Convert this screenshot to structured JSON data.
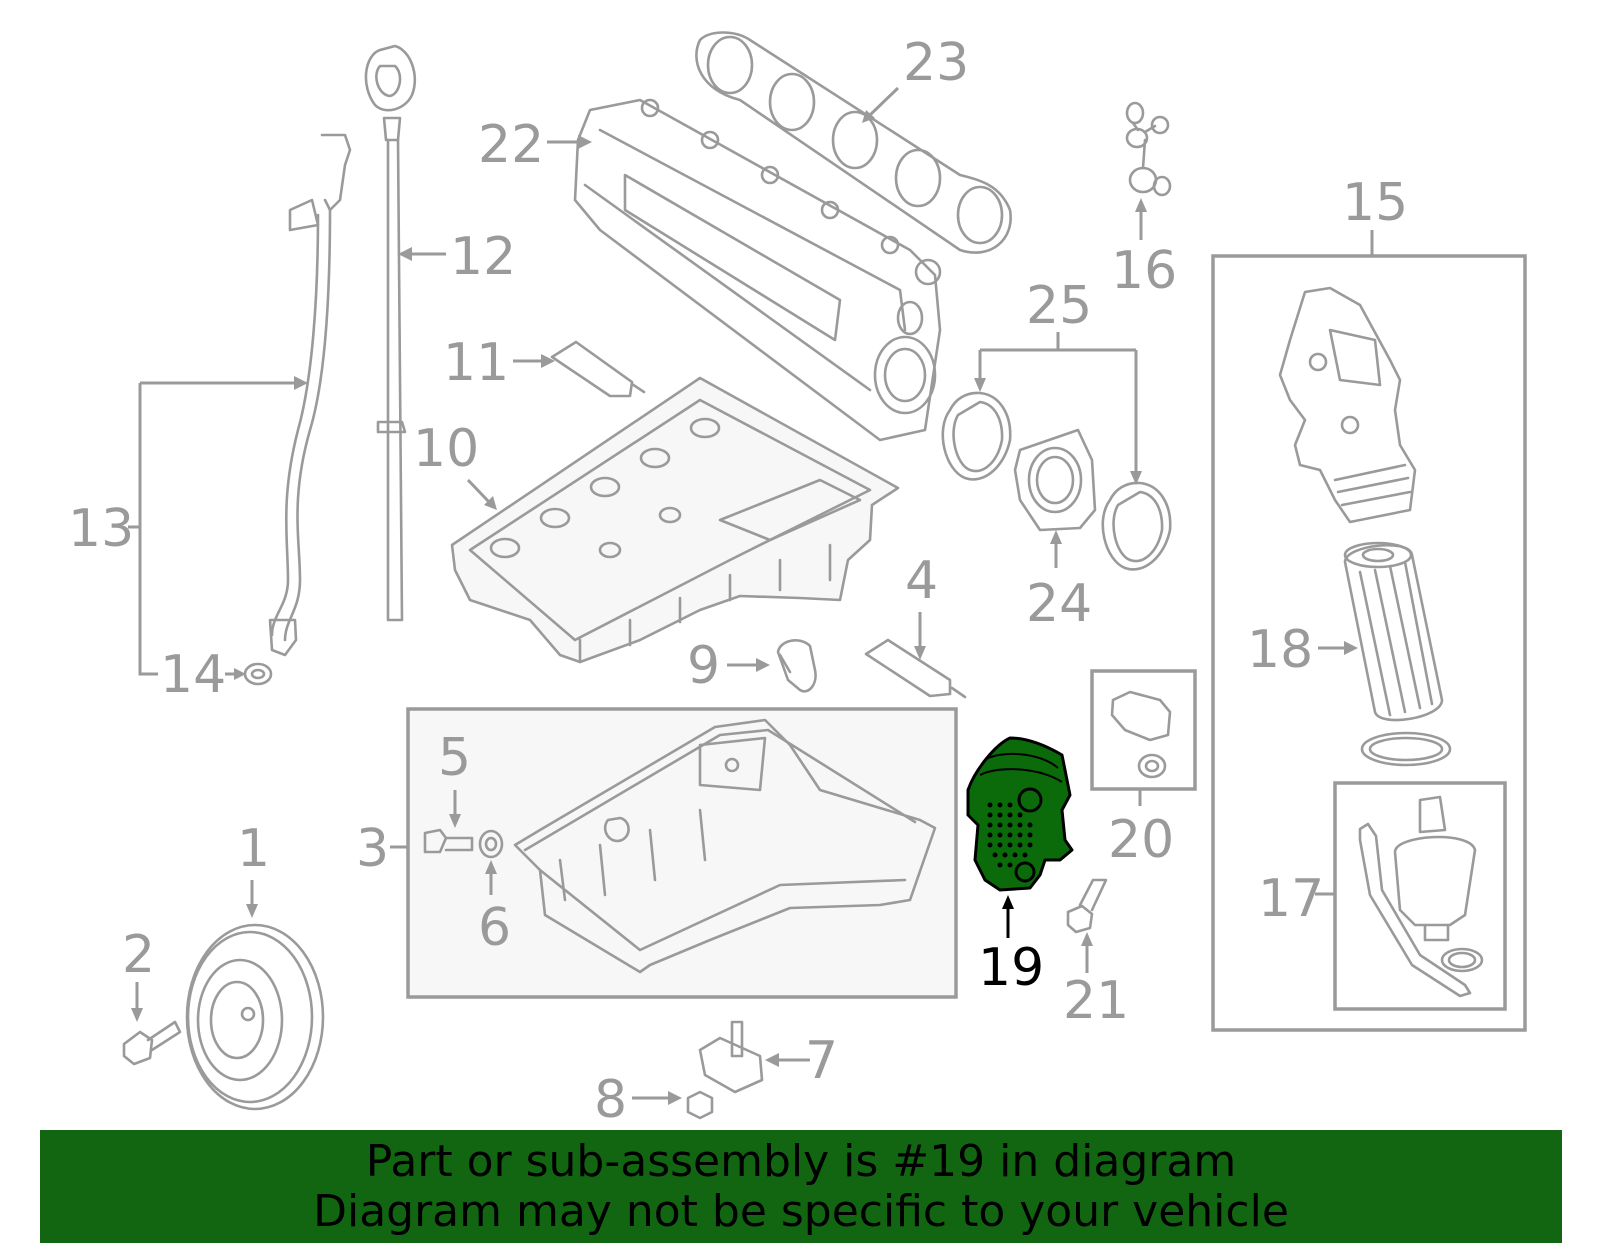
{
  "colors": {
    "line": "#9a9a9a",
    "highlight_part": "#0b6b0b",
    "banner": "#126612",
    "label_highlight": "#000000"
  },
  "callouts": {
    "c1": "1",
    "c2": "2",
    "c3": "3",
    "c4": "4",
    "c5": "5",
    "c6": "6",
    "c7": "7",
    "c8": "8",
    "c9": "9",
    "c10": "10",
    "c11": "11",
    "c12": "12",
    "c13": "13",
    "c14": "14",
    "c15": "15",
    "c16": "16",
    "c17": "17",
    "c18": "18",
    "c19": "19",
    "c20": "20",
    "c21": "21",
    "c22": "22",
    "c23": "23",
    "c24": "24",
    "c25": "25"
  },
  "highlighted_part": "19",
  "banner": {
    "line1": "Part or sub-assembly is #19 in diagram",
    "line2": "Diagram may not be specific to your vehicle"
  }
}
